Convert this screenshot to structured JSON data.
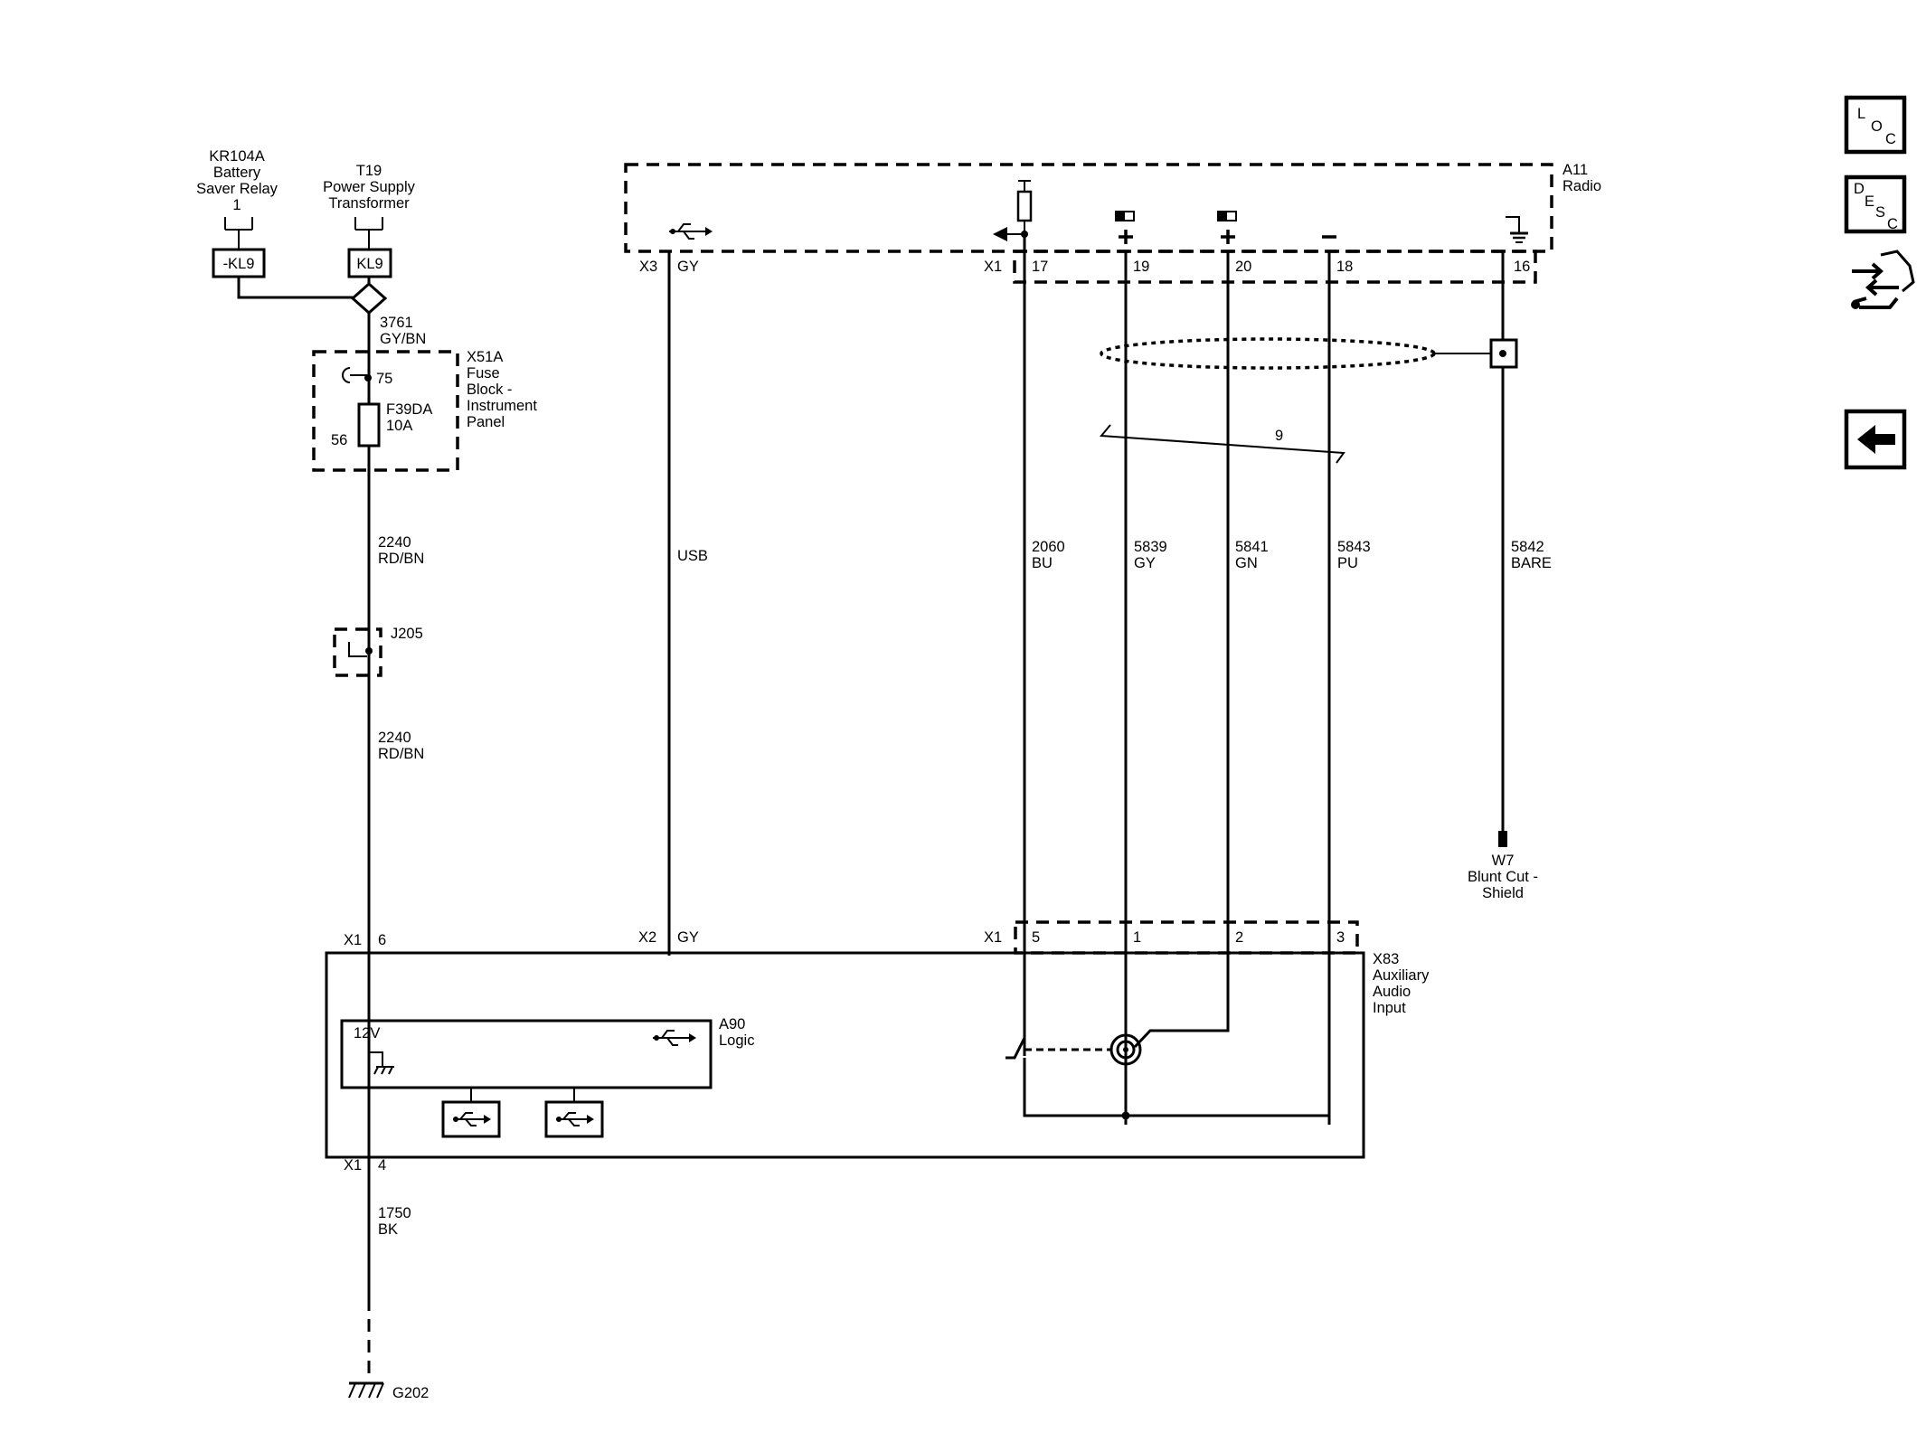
{
  "components": {
    "kr104a": {
      "ref": "KR104A",
      "line2": "Battery",
      "line3": "Saver Relay",
      "line4": "1",
      "pin": "-KL9"
    },
    "t19": {
      "ref": "T19",
      "line2": "Power Supply",
      "line3": "Transformer",
      "pin": "KL9"
    },
    "x51a": {
      "ref": "X51A",
      "line2": "Fuse",
      "line3": "Block -",
      "line4": "Instrument",
      "line5": "Panel",
      "pin_in": "75",
      "pin_out": "56"
    },
    "f39da": {
      "ref": "F39DA",
      "rating": "10A"
    },
    "j205": {
      "ref": "J205"
    },
    "a11": {
      "ref": "A11",
      "name": "Radio"
    },
    "w7": {
      "ref": "W7",
      "line2": "Blunt Cut -",
      "line3": "Shield"
    },
    "x83": {
      "ref": "X83",
      "line2": "Auxiliary",
      "line3": "Audio",
      "line4": "Input"
    },
    "a90": {
      "ref": "A90",
      "name": "Logic",
      "supply": "12V"
    },
    "g202": {
      "ref": "G202"
    }
  },
  "connectors": {
    "a11_x3": {
      "conn": "X3",
      "pin": "GY"
    },
    "a11_x1": {
      "conn": "X1",
      "pins": [
        "17",
        "19",
        "20",
        "18",
        "16"
      ]
    },
    "x83_x1_left": {
      "conn": "X1",
      "pin": "6"
    },
    "x83_x2": {
      "conn": "X2",
      "pin": "GY"
    },
    "x83_x1_right": {
      "conn": "X1",
      "pins": [
        "5",
        "1",
        "2",
        "3"
      ]
    },
    "x83_x1_bottom": {
      "conn": "X1",
      "pin": "4"
    }
  },
  "wires": {
    "w3761": {
      "circuit": "3761",
      "color": "GY/BN"
    },
    "w2240a": {
      "circuit": "2240",
      "color": "RD/BN"
    },
    "w2240b": {
      "circuit": "2240",
      "color": "RD/BN"
    },
    "usb": {
      "label": "USB"
    },
    "w2060": {
      "circuit": "2060",
      "color": "BU"
    },
    "w5839": {
      "circuit": "5839",
      "color": "GY"
    },
    "w5841": {
      "circuit": "5841",
      "color": "GN"
    },
    "w5843": {
      "circuit": "5843",
      "color": "PU"
    },
    "w5842": {
      "circuit": "5842",
      "color": "BARE"
    },
    "w1750": {
      "circuit": "1750",
      "color": "BK"
    },
    "twist": {
      "label": "9"
    }
  },
  "nav": {
    "loc": {
      "l1": "L",
      "l2": "O",
      "l3": "C"
    },
    "desc": {
      "l1": "D",
      "l2": "E",
      "l3": "S",
      "l4": "C"
    },
    "icons": [
      "connector-end-view-icon",
      "back-arrow-icon"
    ]
  }
}
